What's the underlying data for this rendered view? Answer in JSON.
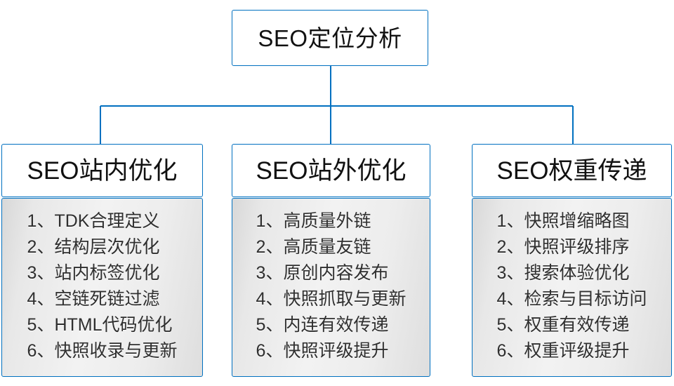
{
  "diagram": {
    "type": "organization-tree",
    "title": "SEO定位分析",
    "accent_color": "#0070C0",
    "root": {
      "label": "SEO定位分析"
    },
    "branches": [
      {
        "header": "SEO站内优化",
        "items": [
          "1、TDK合理定义",
          "2、结构层次优化",
          "3、站内标签优化",
          "4、空链死链过滤",
          "5、HTML代码优化",
          "6、快照收录与更新"
        ]
      },
      {
        "header": "SEO站外优化",
        "items": [
          "1、高质量外链",
          "2、高质量友链",
          "3、原创内容发布",
          "4、快照抓取与更新",
          "5、内连有效传递",
          "6、快照评级提升"
        ]
      },
      {
        "header": "SEO权重传递",
        "items": [
          "1、快照增缩略图",
          "2、快照评级排序",
          "3、搜索体验优化",
          "4、检索与目标访问",
          "5、权重有效传递",
          "6、权重评级提升"
        ]
      }
    ]
  }
}
